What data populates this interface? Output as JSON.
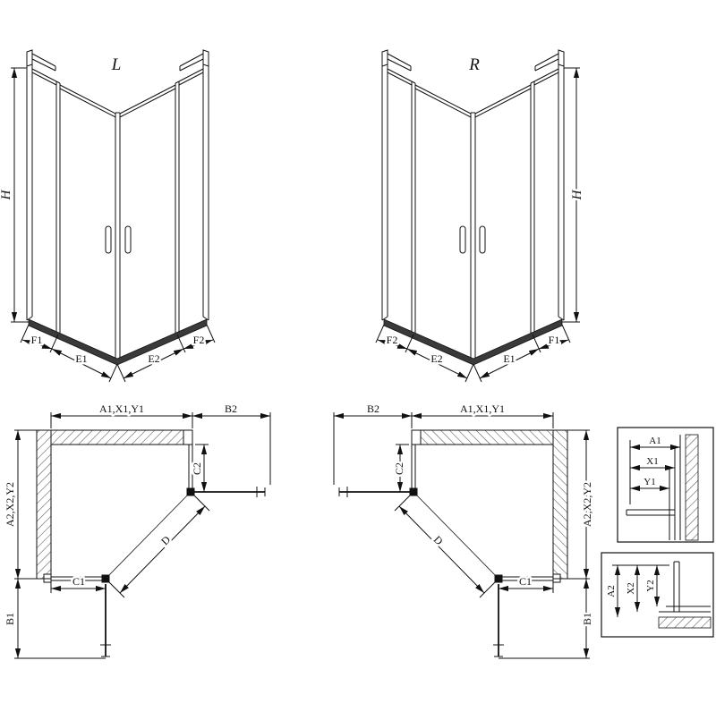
{
  "colors": {
    "line": "#111111",
    "background": "#ffffff",
    "sill": "#3a3a3a"
  },
  "views": {
    "iso_left": {
      "title": "L",
      "height": "H",
      "f1": "F1",
      "e1": "E1",
      "e2": "E2",
      "f2": "F2"
    },
    "iso_right": {
      "title": "R",
      "height": "H",
      "f1": "F1",
      "e1": "E1",
      "e2": "E2",
      "f2": "F2"
    },
    "plan_left": {
      "top": "A1,X1,Y1",
      "door_top": "B2",
      "fixed_right": "C2",
      "side": "A2,X2,Y2",
      "fixed_bottom": "C1",
      "door_bottom": "B1",
      "diagonal": "D"
    },
    "plan_right": {
      "top": "A1,X1,Y1",
      "door_top": "B2",
      "fixed_right": "C2",
      "side": "A2,X2,Y2",
      "fixed_bottom": "C1",
      "door_bottom": "B1",
      "diagonal": "D"
    },
    "detail_top": {
      "a": "A1",
      "x": "X1",
      "y": "Y1"
    },
    "detail_bottom": {
      "a": "A2",
      "x": "X2",
      "y": "Y2"
    }
  }
}
